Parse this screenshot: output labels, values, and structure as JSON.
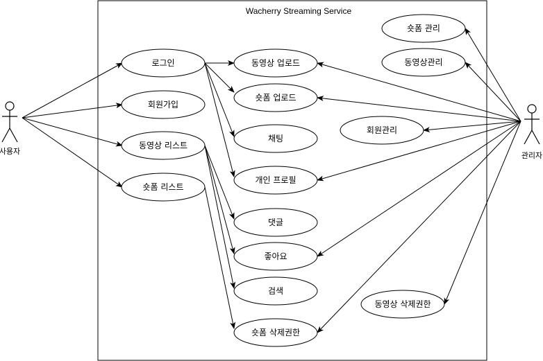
{
  "system": {
    "title": "Wacherry Streaming Service"
  },
  "actors": {
    "user": {
      "label": "사용자"
    },
    "admin": {
      "label": "관리자"
    }
  },
  "usecases": {
    "login": "로그인",
    "signup": "회원가입",
    "video_list": "동영상 리스트",
    "shorts_list": "숏폼 리스트",
    "video_upload": "동영상 업로드",
    "shorts_upload": "숏폼 업로드",
    "chat": "채팅",
    "profile": "개인 프로필",
    "comment": "댓글",
    "like": "좋아요",
    "search": "검색",
    "shorts_delete": "숏폼 삭제권한",
    "shorts_manage": "숏폼 관리",
    "video_manage": "동영상관리",
    "member_manage": "회원관리",
    "video_delete": "동영상 삭제권한"
  },
  "relations": [
    {
      "from": "user",
      "to": "login"
    },
    {
      "from": "user",
      "to": "signup"
    },
    {
      "from": "user",
      "to": "video_list"
    },
    {
      "from": "user",
      "to": "shorts_list"
    },
    {
      "from": "login",
      "to": "video_upload"
    },
    {
      "from": "login",
      "to": "shorts_upload"
    },
    {
      "from": "login",
      "to": "chat"
    },
    {
      "from": "login",
      "to": "profile"
    },
    {
      "from": "video_list",
      "to": "comment"
    },
    {
      "from": "video_list",
      "to": "like"
    },
    {
      "from": "video_list",
      "to": "search"
    },
    {
      "from": "shorts_list",
      "to": "shorts_delete"
    },
    {
      "from": "admin",
      "to": "shorts_manage"
    },
    {
      "from": "admin",
      "to": "video_manage"
    },
    {
      "from": "admin",
      "to": "member_manage"
    },
    {
      "from": "admin",
      "to": "video_upload"
    },
    {
      "from": "admin",
      "to": "shorts_upload"
    },
    {
      "from": "admin",
      "to": "profile"
    },
    {
      "from": "admin",
      "to": "like"
    },
    {
      "from": "admin",
      "to": "shorts_delete"
    },
    {
      "from": "admin",
      "to": "video_delete"
    }
  ]
}
